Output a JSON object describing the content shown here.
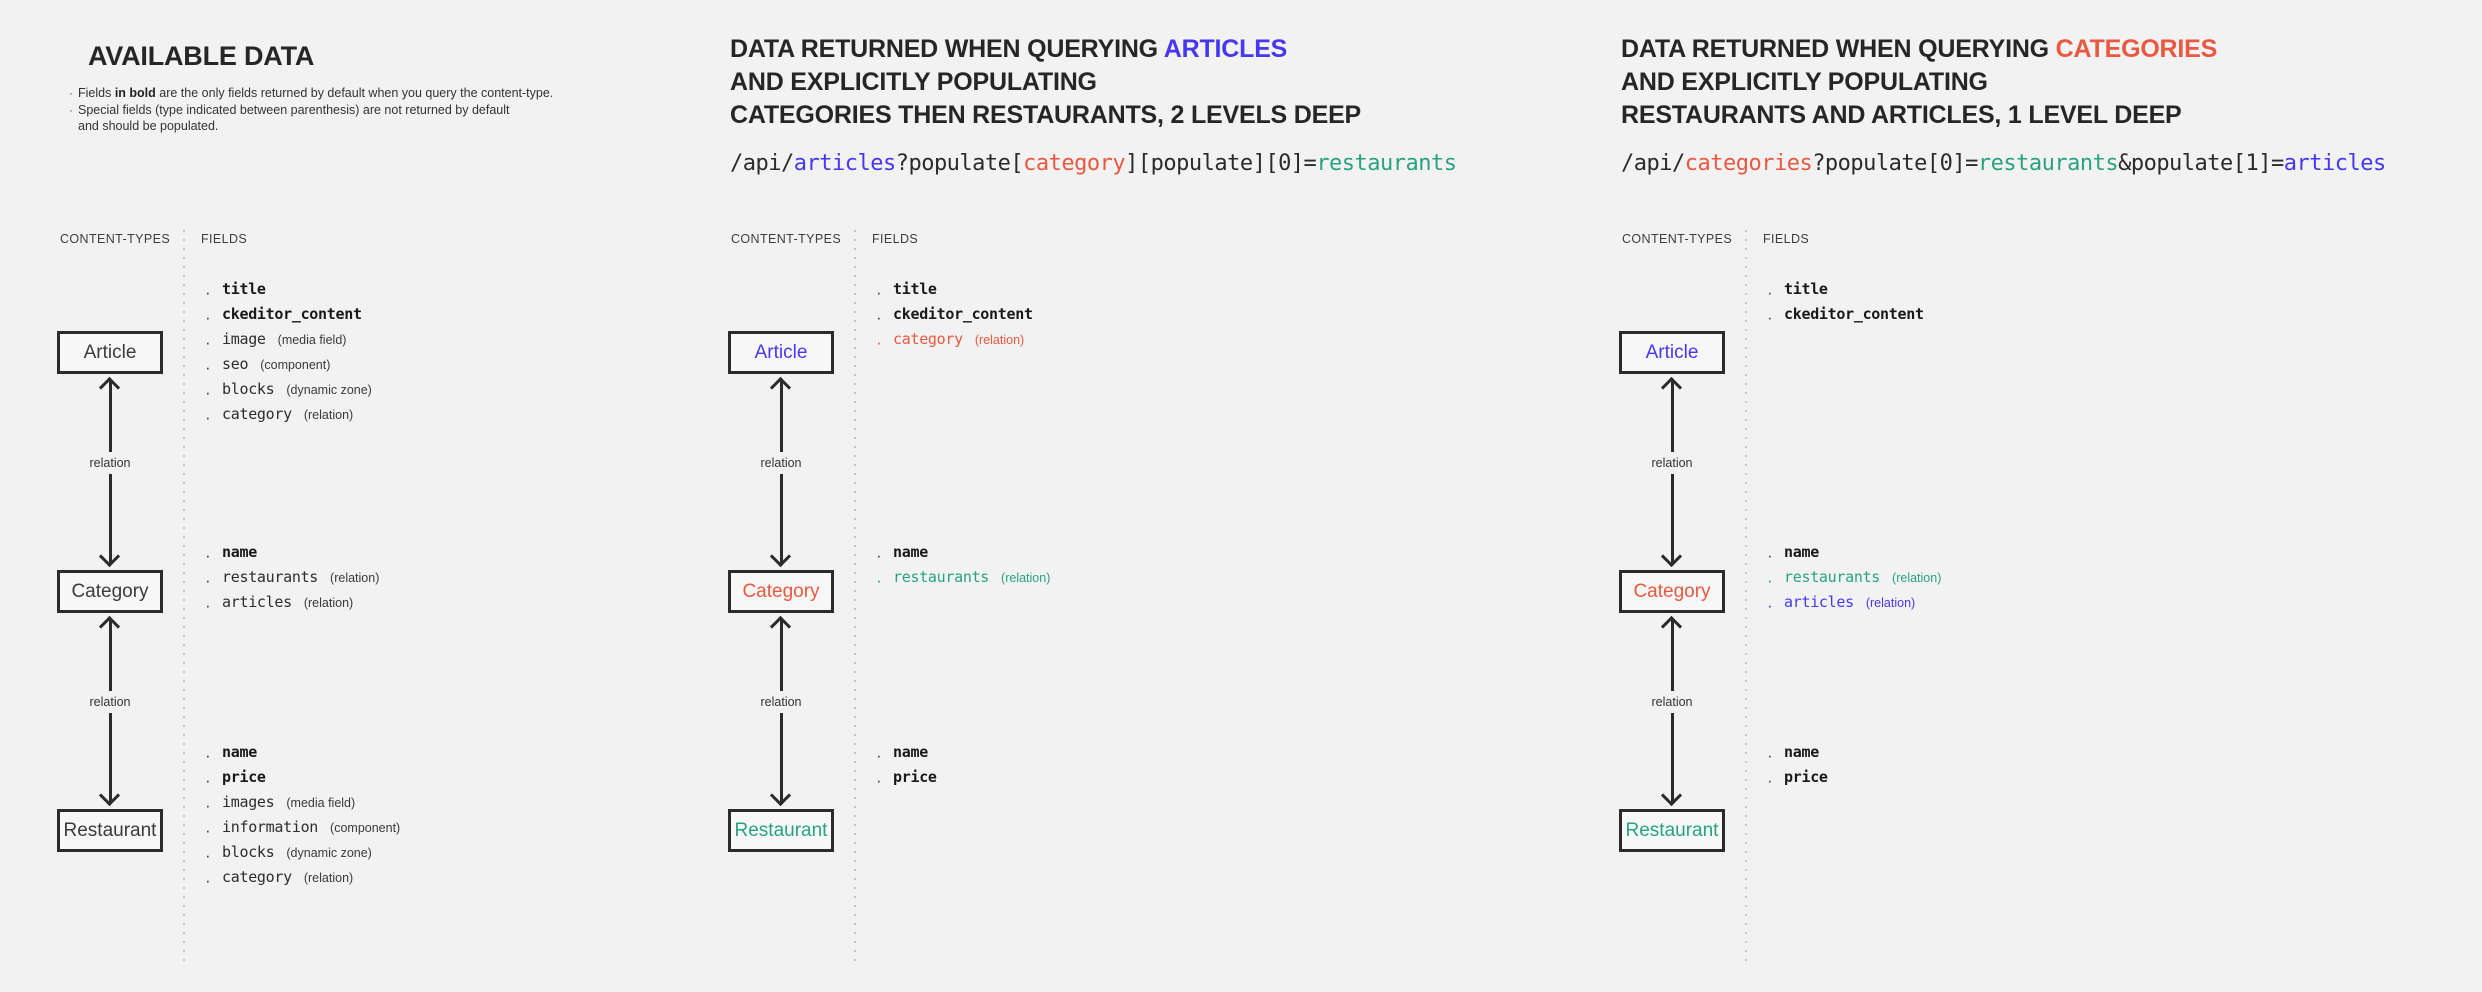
{
  "page": {
    "background": "#f2f2f2"
  },
  "colors": {
    "blue": "#4638ee",
    "red": "#e95840",
    "green": "#28a282",
    "dark": "#262626"
  },
  "panels": [
    {
      "id": "available-data",
      "heading_lines": [
        [
          {
            "t": "AVAILABLE DATA"
          }
        ]
      ],
      "notes": [
        {
          "lines": [
            [
              {
                "t": "Fields "
              },
              {
                "t": "in bold",
                "bold": true
              },
              {
                "t": " are the only fields returned by default when you query the content-type."
              }
            ]
          ]
        },
        {
          "lines": [
            [
              {
                "t": "Special fields (type indicated between parenthesis) are not returned by default"
              }
            ],
            [
              {
                "t": "and should be populated."
              }
            ]
          ]
        }
      ],
      "content_types_label": "CONTENT-TYPES",
      "fields_label": "FIELDS",
      "relation_label": "relation",
      "boxes": [
        {
          "row": "article",
          "label": "Article",
          "fields": [
            {
              "name": "title",
              "bold": true
            },
            {
              "name": "ckeditor_content",
              "bold": true
            },
            {
              "name": "image",
              "type": "(media field)"
            },
            {
              "name": "seo",
              "type": "(component)"
            },
            {
              "name": "blocks",
              "type": "(dynamic zone)"
            },
            {
              "name": "category",
              "type": "(relation)"
            }
          ]
        },
        {
          "row": "category",
          "label": "Category",
          "fields": [
            {
              "name": "name",
              "bold": true
            },
            {
              "name": "restaurants",
              "type": "(relation)"
            },
            {
              "name": "articles",
              "type": "(relation)"
            }
          ]
        },
        {
          "row": "restaurant",
          "label": "Restaurant",
          "fields": [
            {
              "name": "name",
              "bold": true
            },
            {
              "name": "price",
              "bold": true
            },
            {
              "name": "images",
              "type": "(media field)"
            },
            {
              "name": "information",
              "type": "(component)"
            },
            {
              "name": "blocks",
              "type": "(dynamic zone)"
            },
            {
              "name": "category",
              "type": "(relation)"
            }
          ]
        }
      ]
    },
    {
      "id": "query-articles",
      "heading_lines": [
        [
          {
            "t": "DATA RETURNED WHEN QUERYING "
          },
          {
            "t": "ARTICLES",
            "color": "blue"
          }
        ],
        [
          {
            "t": "AND EXPLICITLY POPULATING"
          }
        ],
        [
          {
            "t": "CATEGORIES THEN RESTAURANTS, 2 LEVELS DEEP"
          }
        ]
      ],
      "api_url_parts": [
        {
          "t": "/api/"
        },
        {
          "t": "articles",
          "color": "blue"
        },
        {
          "t": "?populate["
        },
        {
          "t": "category",
          "color": "red"
        },
        {
          "t": "][populate][0]="
        },
        {
          "t": "restaurants",
          "color": "green"
        }
      ],
      "content_types_label": "CONTENT-TYPES",
      "fields_label": "FIELDS",
      "relation_label": "relation",
      "boxes": [
        {
          "row": "article",
          "label": "Article",
          "label_color": "blue",
          "fields": [
            {
              "name": "title",
              "bold": true
            },
            {
              "name": "ckeditor_content",
              "bold": true
            },
            {
              "name": "category",
              "type": "(relation)",
              "color": "red"
            }
          ]
        },
        {
          "row": "category",
          "label": "Category",
          "label_color": "red",
          "fields": [
            {
              "name": "name",
              "bold": true
            },
            {
              "name": "restaurants",
              "type": "(relation)",
              "color": "green"
            }
          ]
        },
        {
          "row": "restaurant",
          "label": "Restaurant",
          "label_color": "green",
          "fields": [
            {
              "name": "name",
              "bold": true
            },
            {
              "name": "price",
              "bold": true
            }
          ]
        }
      ]
    },
    {
      "id": "query-categories",
      "heading_lines": [
        [
          {
            "t": "DATA RETURNED WHEN QUERYING "
          },
          {
            "t": "CATEGORIES",
            "color": "red"
          }
        ],
        [
          {
            "t": "AND EXPLICITLY POPULATING"
          }
        ],
        [
          {
            "t": "RESTAURANTS AND ARTICLES, 1 LEVEL DEEP"
          }
        ]
      ],
      "api_url_parts": [
        {
          "t": "/api/"
        },
        {
          "t": "categories",
          "color": "red"
        },
        {
          "t": "?populate[0]="
        },
        {
          "t": "restaurants",
          "color": "green"
        },
        {
          "t": "&populate[1]="
        },
        {
          "t": "articles",
          "color": "blue"
        }
      ],
      "content_types_label": "CONTENT-TYPES",
      "fields_label": "FIELDS",
      "relation_label": "relation",
      "boxes": [
        {
          "row": "article",
          "label": "Article",
          "label_color": "blue",
          "fields": [
            {
              "name": "title",
              "bold": true
            },
            {
              "name": "ckeditor_content",
              "bold": true
            }
          ]
        },
        {
          "row": "category",
          "label": "Category",
          "label_color": "red",
          "fields": [
            {
              "name": "name",
              "bold": true
            },
            {
              "name": "restaurants",
              "type": "(relation)",
              "color": "green"
            },
            {
              "name": "articles",
              "type": "(relation)",
              "color": "blue"
            }
          ]
        },
        {
          "row": "restaurant",
          "label": "Restaurant",
          "label_color": "green",
          "fields": [
            {
              "name": "name",
              "bold": true
            },
            {
              "name": "price",
              "bold": true
            }
          ]
        }
      ]
    }
  ]
}
